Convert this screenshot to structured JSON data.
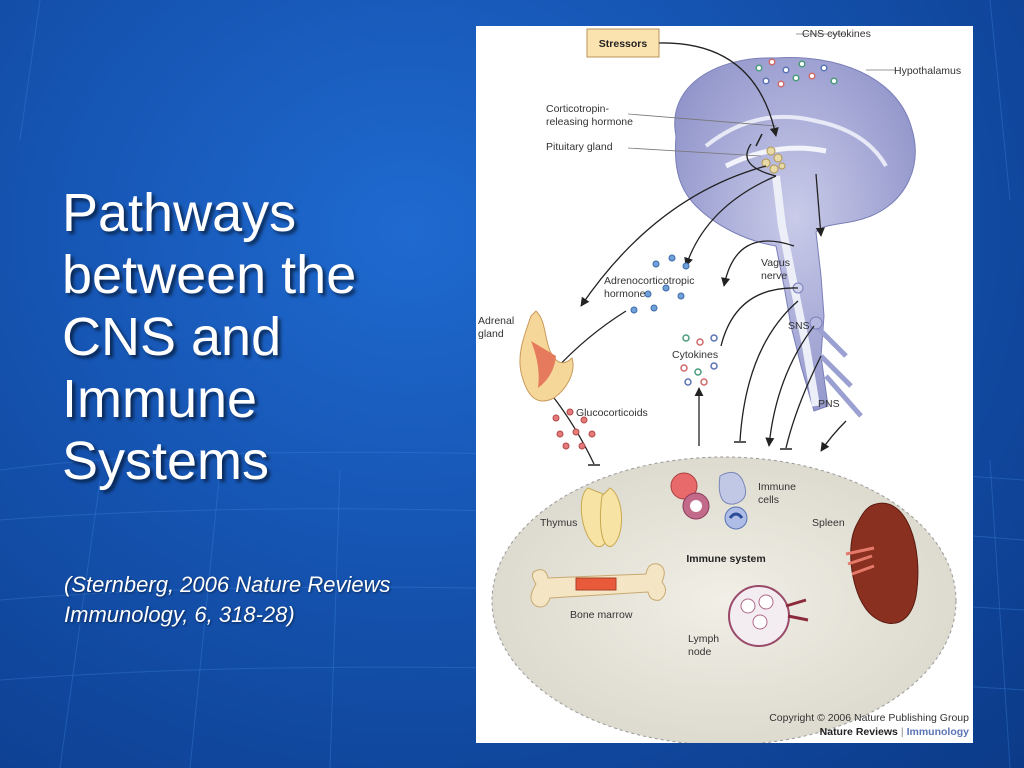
{
  "slide": {
    "title_lines": [
      "Pathways",
      "between the",
      "CNS and",
      "Immune",
      "Systems"
    ],
    "citation_lines": [
      "(Sternberg, 2006 Nature Reviews",
      "Immunology, 6, 318-28)"
    ]
  },
  "figure": {
    "labels": {
      "stressors": "Stressors",
      "cns_cytokines": "CNS cytokines",
      "hypothalamus": "Hypothalamus",
      "crh_line1": "Corticotropin-",
      "crh_line2": "releasing hormone",
      "pituitary": "Pituitary gland",
      "acth_line1": "Adrenocorticotropic",
      "acth_line2": "hormone",
      "vagus_line1": "Vagus",
      "vagus_line2": "nerve",
      "adrenal_line1": "Adrenal",
      "adrenal_line2": "gland",
      "sns": "SNS",
      "cytokines": "Cytokines",
      "pns": "PNS",
      "glucocorticoids": "Glucocorticoids",
      "thymus": "Thymus",
      "immune_cells_line1": "Immune",
      "immune_cells_line2": "cells",
      "spleen": "Spleen",
      "immune_system": "Immune system",
      "bone_marrow": "Bone marrow",
      "lymph_line1": "Lymph",
      "lymph_line2": "node"
    },
    "copyright": "Copyright © 2006 Nature Publishing Group",
    "journal": "Nature Reviews",
    "journal_section": "Immunology"
  }
}
